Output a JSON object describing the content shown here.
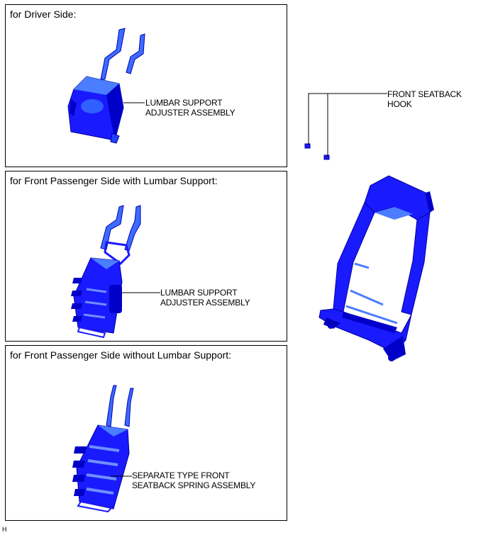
{
  "panels": [
    {
      "title": "for Driver Side:",
      "callout": [
        "LUMBAR SUPPORT",
        "ADJUSTER ASSEMBLY"
      ]
    },
    {
      "title": "for Front Passenger Side with Lumbar Support:",
      "callout": [
        "LUMBAR SUPPORT",
        "ADJUSTER ASSEMBLY"
      ]
    },
    {
      "title": "for Front Passenger Side without Lumbar Support:",
      "callout": [
        "SEPARATE TYPE FRONT",
        "SEATBACK SPRING ASSEMBLY"
      ]
    }
  ],
  "frame_callout": [
    "FRONT SEATBACK",
    "HOOK"
  ],
  "corner_mark": "H",
  "colors": {
    "part_fill": "#1a1aff",
    "part_dark": "#0000c8",
    "part_light": "#4a7dff",
    "line": "#000000"
  }
}
